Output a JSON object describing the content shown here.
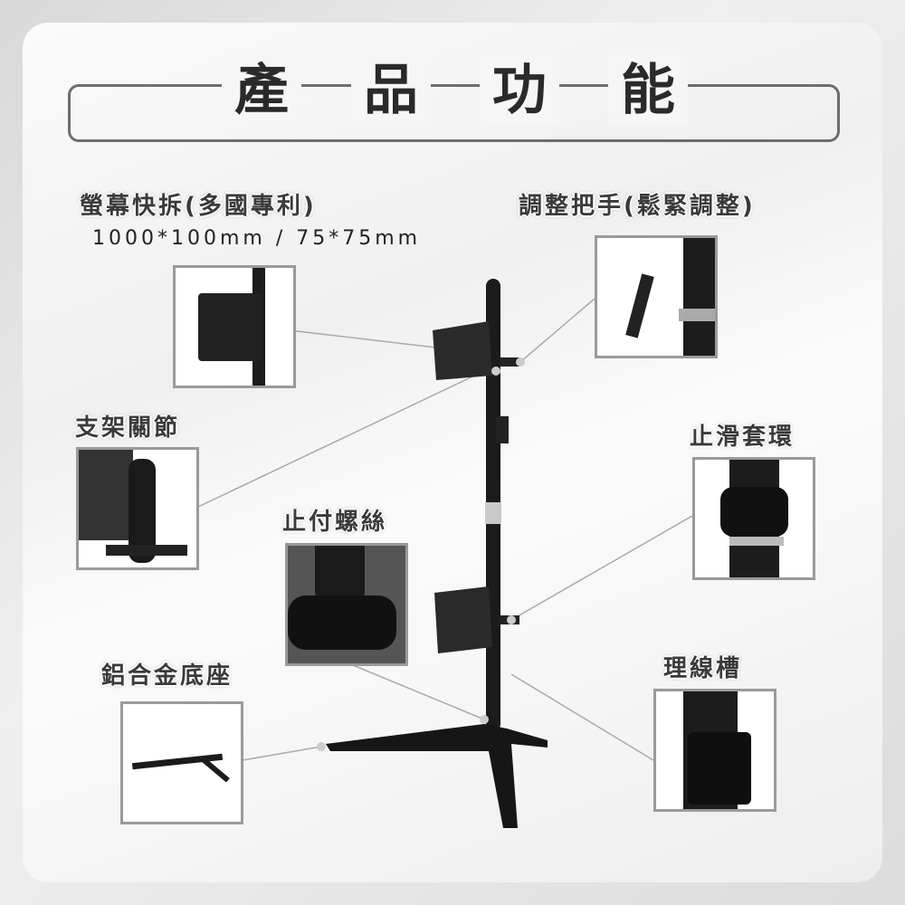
{
  "title": [
    "產",
    "品",
    "功",
    "能"
  ],
  "features": {
    "quick_release": "螢幕快拆(多國專利)",
    "vesa": "1000*100mm / 75*75mm",
    "handle": "調整把手(鬆緊調整)",
    "joint": "支架關節",
    "ring": "止滑套環",
    "screw": "止付螺絲",
    "base": "鋁合金底座",
    "cable": "理線槽"
  }
}
